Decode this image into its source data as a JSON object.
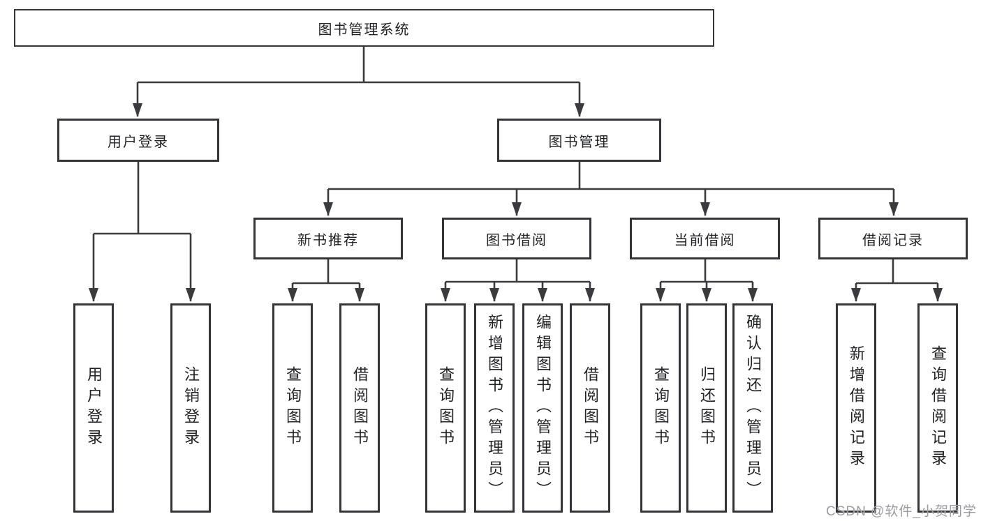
{
  "diagram": {
    "root": {
      "label": "图书管理系统"
    },
    "user_login": {
      "label": "用户登录",
      "children": [
        {
          "label": "用户登录"
        },
        {
          "label": "注销登录"
        }
      ]
    },
    "book_management": {
      "label": "图书管理",
      "sections": [
        {
          "label": "新书推荐",
          "children": [
            {
              "label": "查询图书"
            },
            {
              "label": "借阅图书"
            }
          ]
        },
        {
          "label": "图书借阅",
          "children": [
            {
              "label": "查询图书"
            },
            {
              "label": "新增图书（管理员）"
            },
            {
              "label": "编辑图书（管理员）"
            },
            {
              "label": "借阅图书"
            }
          ]
        },
        {
          "label": "当前借阅",
          "children": [
            {
              "label": "查询图书"
            },
            {
              "label": "归还图书"
            },
            {
              "label": "确认归还（管理员）"
            }
          ]
        },
        {
          "label": "借阅记录",
          "children": [
            {
              "label": "新增借阅记录"
            },
            {
              "label": "查询借阅记录"
            }
          ]
        }
      ]
    }
  },
  "watermark": {
    "text": "CSDN @软件_小贺同学"
  },
  "colors": {
    "line": "#3a3b3e",
    "box_border": "#343538",
    "text": "#222326",
    "watermark": "#9c9ca4",
    "background": "#ffffff"
  }
}
